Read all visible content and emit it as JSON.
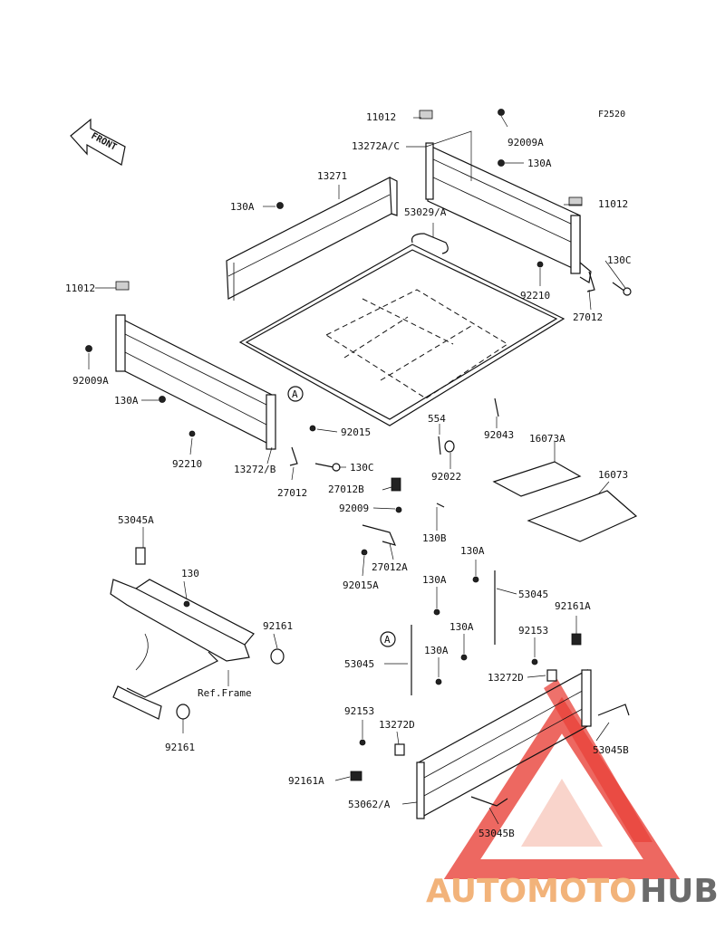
{
  "figure_code": "F2520",
  "front_arrow_text": "FRONT",
  "callouts": [
    "A",
    "A"
  ],
  "labels": [
    "11012",
    "92009A",
    "13272A/C",
    "130A",
    "11012",
    "13271",
    "53029/A",
    "130A",
    "130C",
    "92210",
    "27012",
    "11012",
    "92009A",
    "130A",
    "92210",
    "13272/B",
    "27012",
    "130C",
    "92015",
    "554",
    "92022",
    "92043",
    "16073A",
    "16073",
    "27012B",
    "92009",
    "130B",
    "27012A",
    "92015A",
    "53045A",
    "130",
    "92161",
    "Ref.Frame",
    "92161",
    "130A",
    "53045",
    "130A",
    "92161A",
    "130A",
    "92153",
    "130A",
    "53045",
    "13272D",
    "92153",
    "13272D",
    "53045B",
    "92161A",
    "53062/A",
    "53045B"
  ],
  "watermark": {
    "part1": "AUTOMOTO",
    "part2": "HUB",
    "colors": {
      "accent": "#e8423a",
      "accent_light": "#f2b37a",
      "grey": "#6b6b6b"
    }
  }
}
